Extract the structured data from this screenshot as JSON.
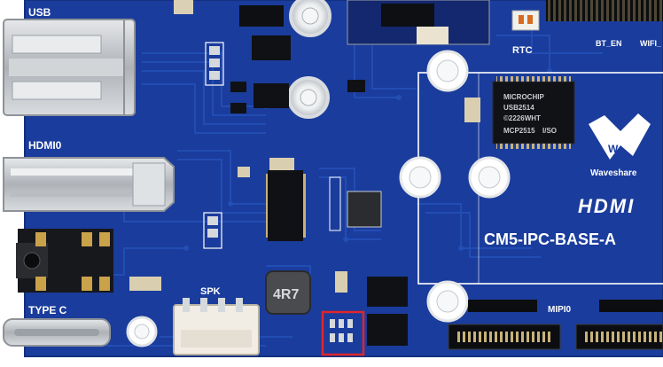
{
  "image": {
    "description_labels": {
      "usb": "USB",
      "hdmi0": "HDMI0",
      "type_c": "TYPE C",
      "spk": "SPK",
      "rtc": "RTC",
      "bt_en": "BT_EN",
      "wifi": "WIFI_",
      "brand": "Waveshare",
      "hdmi_logo": "HDMI",
      "board_name": "CM5-IPC-BASE-A",
      "mipi0": "MIPI0",
      "inductor": "4R7",
      "hub_chip": [
        "MICROCHIP",
        "USB2514",
        "©2226WHT"
      ],
      "mpu_chip": [
        "MCP2515",
        "I/SO"
      ]
    },
    "colors": {
      "pcb": "#1a3c9c",
      "pcb_dark": "#14307f",
      "trace": "#2248b0",
      "silkscreen": "#ffffff",
      "highlight_box": "#e0262b",
      "metal": "#c7c9cc"
    }
  }
}
